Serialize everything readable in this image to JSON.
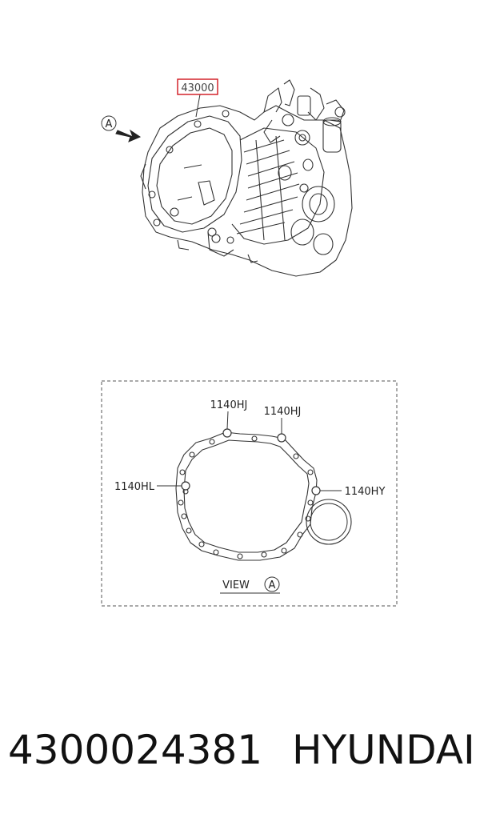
{
  "top_view": {
    "part_callout": "43000",
    "view_marker": "A",
    "highlight_color": "#d0141c"
  },
  "view_a": {
    "title": "VIEW",
    "marker": "A",
    "callouts": {
      "top_left": "1140HJ",
      "top_right": "1140HJ",
      "left": "1140HL",
      "right": "1140HY"
    }
  },
  "footer": {
    "part_number": "4300024381",
    "brand": "HYUNDAI"
  }
}
